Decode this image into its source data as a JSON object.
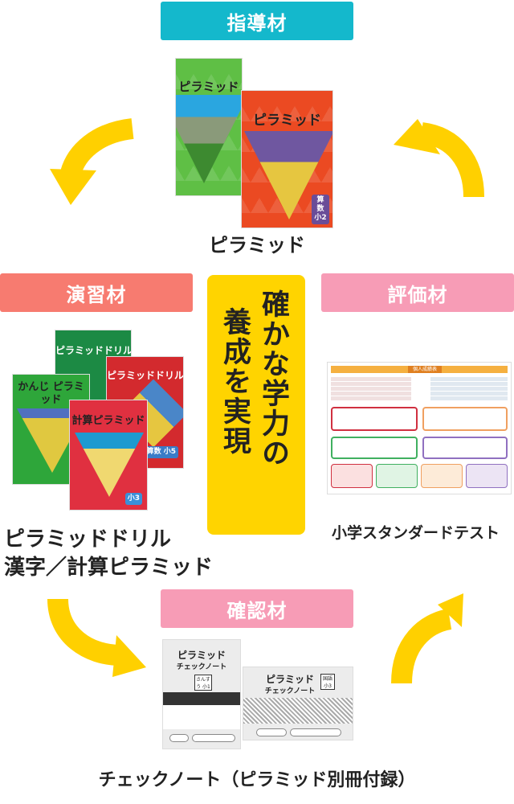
{
  "colors": {
    "arrow": "#ffd000",
    "teal": "#14b8cc",
    "salmon": "#f77b70",
    "pink": "#f79cb6",
    "center": "#ffd400"
  },
  "labels": {
    "instruction": "指導材",
    "exercise": "演習材",
    "evaluation": "評価材",
    "confirmation": "確認材"
  },
  "center_text": {
    "line1": "確かな学力の",
    "line2": "養成を実現"
  },
  "captions": {
    "pyramid": "ピラミッド",
    "drill_line1": "ピラミッドドリル",
    "drill_line2": "漢字／計算ピラミッド",
    "test": "小学スタンダードテスト",
    "check": "チェックノート（ピラミッド別冊付録）"
  },
  "covers": {
    "pyramid_green": "ピラミッド",
    "pyramid_red": "ピラミッド",
    "pyramid_red_badge": "算数 小2",
    "drill_green": "ピラミッドドリル",
    "drill_red": "ピラミッドドリル",
    "drill_red_badge": "算数 小5",
    "kanji": "かんじ ピラミッド",
    "keisan": "計算ピラミッド",
    "keisan_badge": "小3",
    "check1_title": "ピラミッド",
    "check1_sub": "チェックノート",
    "check1_badge": "さんすう 小1",
    "check2_title": "ピラミッド",
    "check2_sub": "チェックノート",
    "check2_badge": "国語 小3",
    "test_header": "個人成績表"
  },
  "icons": [
    "curved-arrow-down-left",
    "curved-arrow-up-left",
    "curved-arrow-down-right",
    "curved-arrow-up-right"
  ]
}
